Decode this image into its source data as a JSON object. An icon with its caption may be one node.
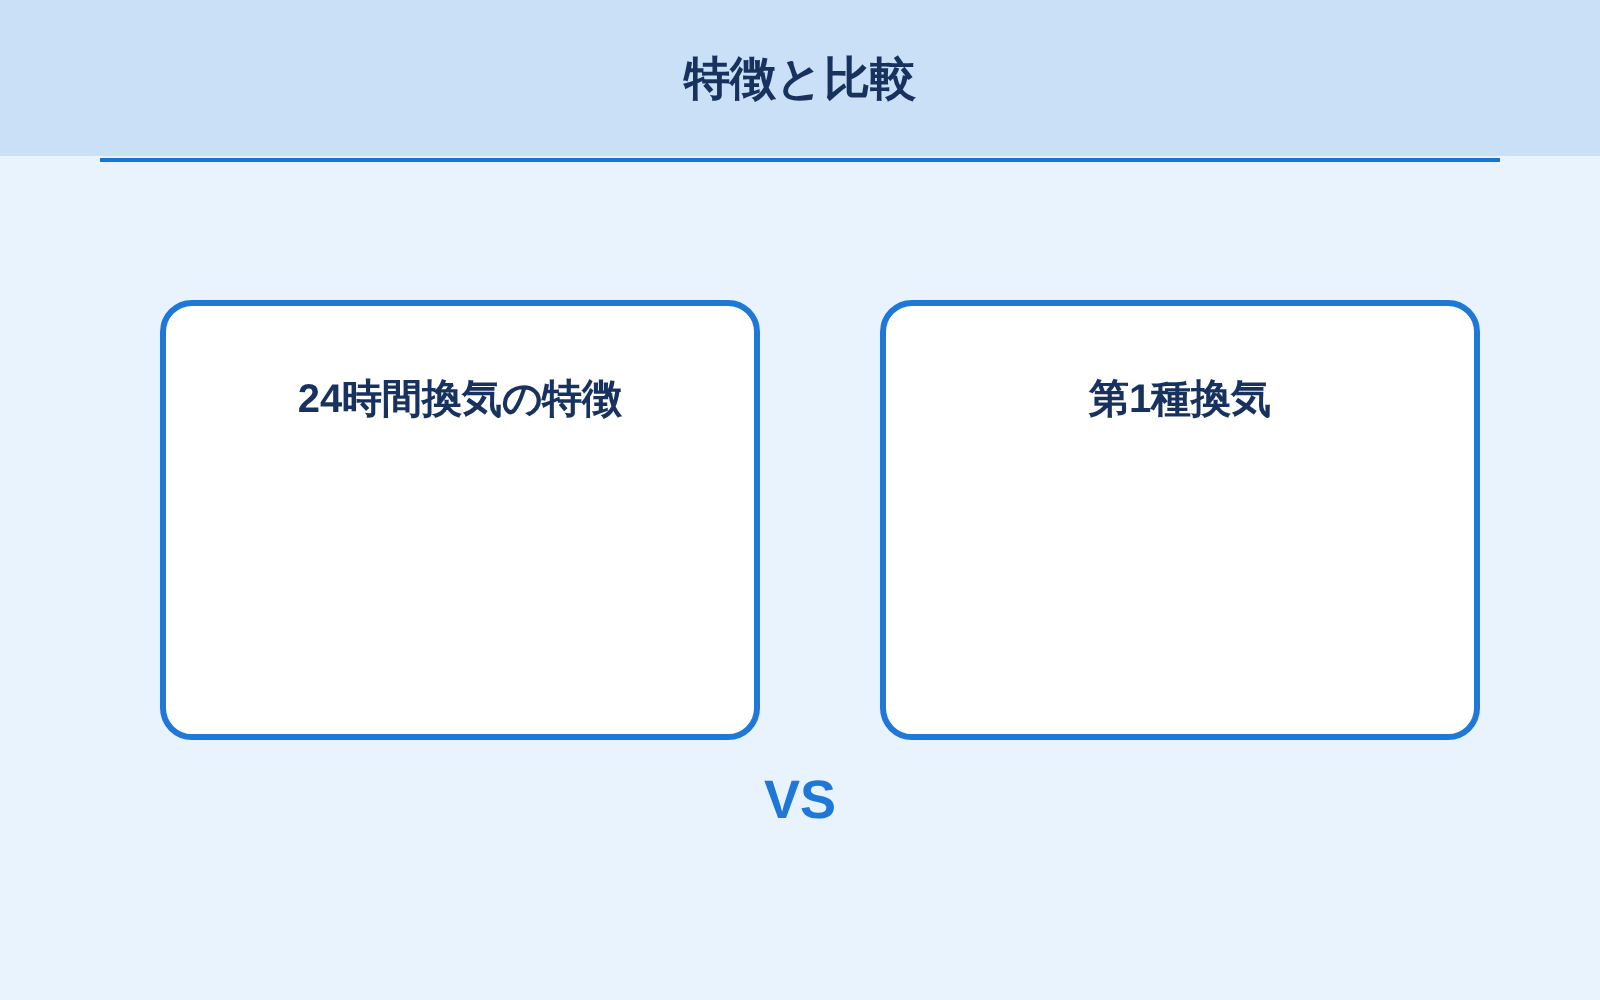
{
  "diagram": {
    "title": "特徴と比較",
    "nodes": [
      {
        "text": [
          "24時間換気の特徴"
        ]
      },
      {
        "text": [
          "第1種換気"
        ]
      }
    ],
    "labels": [
      "VS"
    ]
  }
}
